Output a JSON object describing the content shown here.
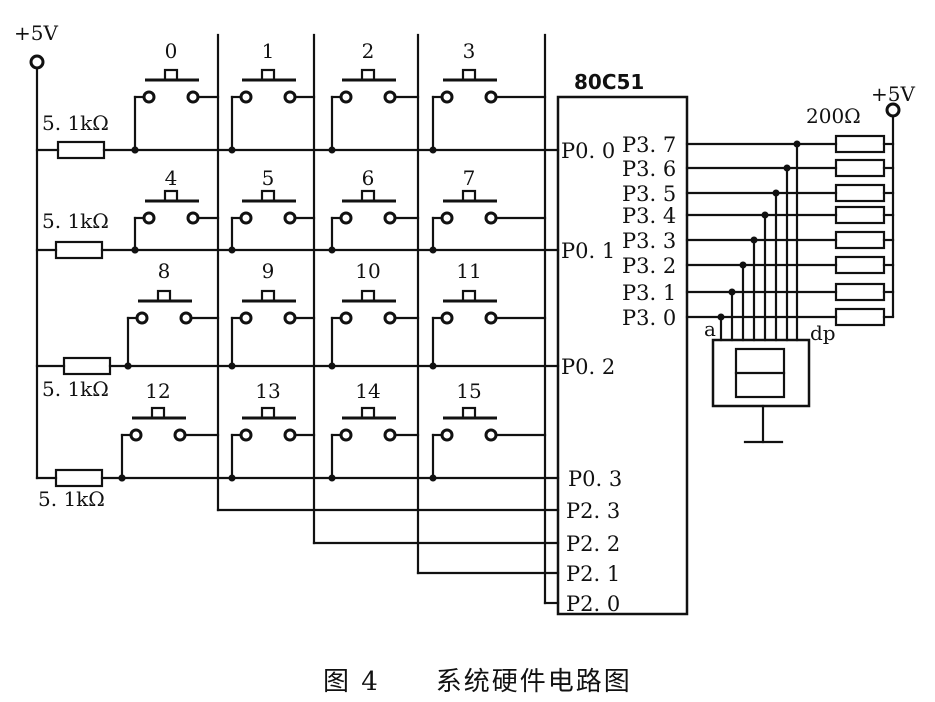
{
  "supply": {
    "left": "+5V",
    "right": "+5V"
  },
  "row_resistor_label": "5. 1kΩ",
  "seg_resistor_label": "200Ω",
  "chip_label": "80C51",
  "keys": [
    "0",
    "1",
    "2",
    "3",
    "4",
    "5",
    "6",
    "7",
    "8",
    "9",
    "10",
    "11",
    "12",
    "13",
    "14",
    "15"
  ],
  "row_pins": [
    "P0. 0",
    "P0. 1",
    "P0. 2",
    "P0. 3"
  ],
  "col_pins": [
    "P2. 3",
    "P2. 2",
    "P2. 1",
    "P2. 0"
  ],
  "port3_pins": [
    "P3. 7",
    "P3. 6",
    "P3. 5",
    "P3. 4",
    "P3. 3",
    "P3. 2",
    "P3. 1",
    "P3. 0"
  ],
  "display": {
    "a_label": "a",
    "dp_label": "dp"
  },
  "caption": "图 4　　系统硬件电路图"
}
